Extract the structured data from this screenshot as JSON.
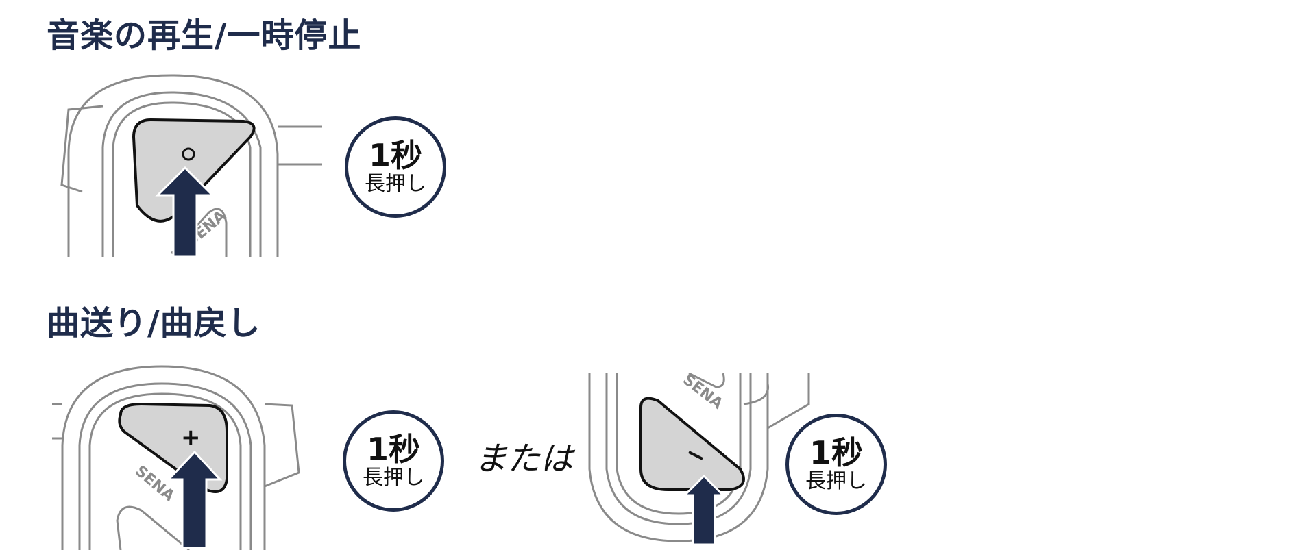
{
  "sections": [
    {
      "title": "音楽の再生/一時停止",
      "badge": {
        "duration": "1秒",
        "action": "長押し"
      },
      "button_symbol": "o"
    },
    {
      "title": "曲送り/曲戻し",
      "option_a": {
        "badge": {
          "duration": "1秒",
          "action": "長押し"
        },
        "button_symbol": "+"
      },
      "connector": "または",
      "option_b": {
        "badge": {
          "duration": "1秒",
          "action": "長押し"
        },
        "button_symbol": "−"
      }
    }
  ],
  "brand": "SENA",
  "colors": {
    "accent": "#1f2c4b",
    "button_fill": "#d4d4d4",
    "outline": "#8a8a8a"
  }
}
